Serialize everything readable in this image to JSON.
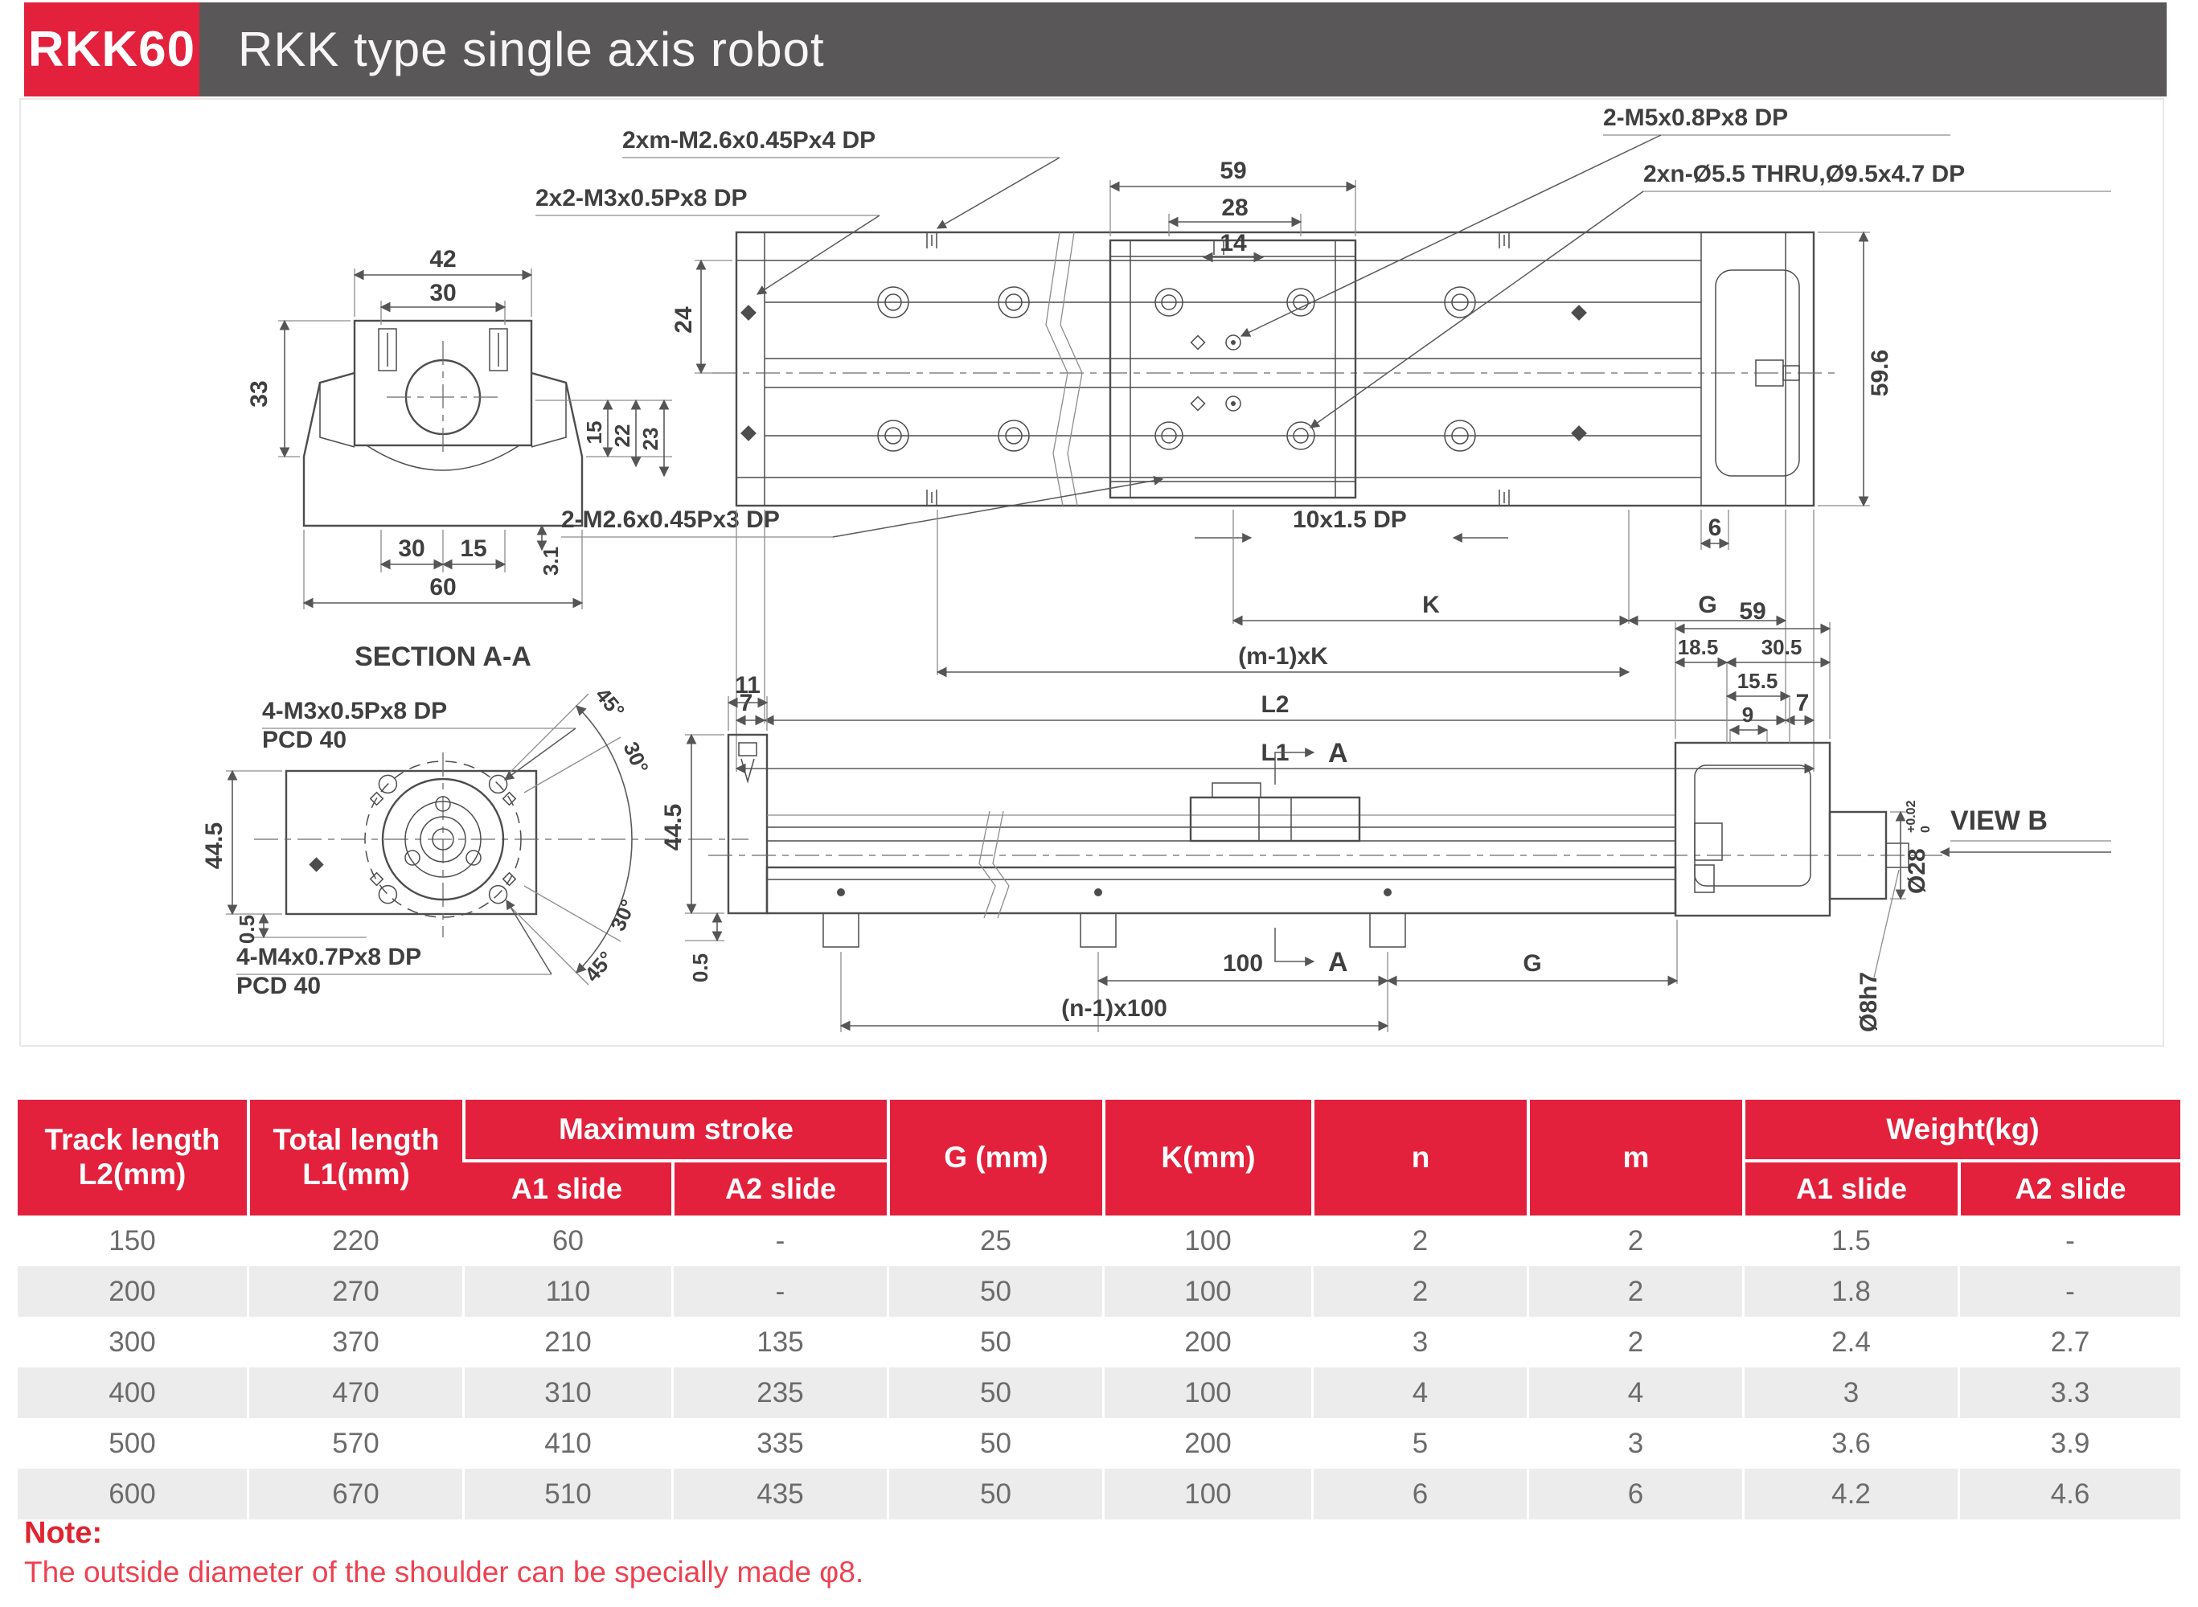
{
  "header": {
    "model": "RKK60",
    "title": "RKK type single axis robot"
  },
  "drawing": {
    "plan": {
      "ann_top1": "2xm-M2.6x0.45Px4 DP",
      "ann_top2": "2x2-M3x0.5Px8 DP",
      "ann_m5": "2-M5x0.8Px8 DP",
      "ann_thru": "2xn-Ø5.5 THRU,Ø9.5x4.7 DP",
      "ann_bot1": "2-M2.6x0.45Px3 DP",
      "ann_bot2": "10x1.5 DP",
      "dim_59": "59",
      "dim_28": "28",
      "dim_14": "14",
      "dim_24": "24",
      "dim_59_6": "59.6",
      "dim_6": "6",
      "dim_k": "K",
      "dim_g": "G",
      "dim_mk": "(m-1)xK",
      "dim_l2": "L2",
      "dim_l1": "L1",
      "dim_7_left": "7",
      "dim_7_right": "7"
    },
    "section": {
      "label": "SECTION A-A",
      "dim_42": "42",
      "dim_30_top": "30",
      "dim_33": "33",
      "dim_15_right": "15",
      "dim_22": "22",
      "dim_23": "23",
      "dim_30_bottom": "30",
      "dim_15_bottom": "15",
      "dim_3_1": "3.1",
      "dim_60": "60"
    },
    "flange": {
      "ann_top1": "4-M3x0.5Px8 DP",
      "ann_top2": "PCD 40",
      "ann_bottom1": "4-M4x0.7Px8 DP",
      "ann_bottom2": "PCD 40",
      "dim_44_5": "44.5",
      "dim_0_5": "0.5",
      "angle_45_top": "45°",
      "angle_30_top": "30°",
      "angle_30_bottom": "30°",
      "angle_45_bottom": "45°"
    },
    "side": {
      "dim_11": "11",
      "dim_44_5": "44.5",
      "dim_0_5": "0.5",
      "section_a_top": "A",
      "section_a_bottom": "A",
      "dim_100": "100",
      "dim_n100": "(n-1)x100",
      "dim_g": "G",
      "dim_59": "59",
      "dim_18_5": "18.5",
      "dim_30_5": "30.5",
      "dim_15_5": "15.5",
      "dim_9": "9",
      "dia_28": "Ø28",
      "dia_28_tol_upper": "+0.02",
      "dia_28_tol_lower": "0",
      "dia_8": "Ø8h7",
      "view_b": "VIEW B"
    }
  },
  "table": {
    "col_track": "Track length",
    "col_track_sub": "L2(mm)",
    "col_total": "Total length",
    "col_total_sub": "L1(mm)",
    "col_stroke": "Maximum stroke",
    "col_a1": "A1 slide",
    "col_a2": "A2 slide",
    "col_g": "G (mm)",
    "col_k": "K(mm)",
    "col_n": "n",
    "col_m": "m",
    "col_weight": "Weight(kg)",
    "col_w_a1": "A1 slide",
    "col_w_a2": "A2 slide",
    "rows": [
      [
        "150",
        "220",
        "60",
        "-",
        "25",
        "100",
        "2",
        "2",
        "1.5",
        "-"
      ],
      [
        "200",
        "270",
        "110",
        "-",
        "50",
        "100",
        "2",
        "2",
        "1.8",
        "-"
      ],
      [
        "300",
        "370",
        "210",
        "135",
        "50",
        "200",
        "3",
        "2",
        "2.4",
        "2.7"
      ],
      [
        "400",
        "470",
        "310",
        "235",
        "50",
        "100",
        "4",
        "4",
        "3",
        "3.3"
      ],
      [
        "500",
        "570",
        "410",
        "335",
        "50",
        "200",
        "5",
        "3",
        "3.6",
        "3.9"
      ],
      [
        "600",
        "670",
        "510",
        "435",
        "50",
        "100",
        "6",
        "6",
        "4.2",
        "4.6"
      ]
    ]
  },
  "note": {
    "label": "Note:",
    "text": "The outside diameter of the shoulder can be specially made φ8."
  }
}
